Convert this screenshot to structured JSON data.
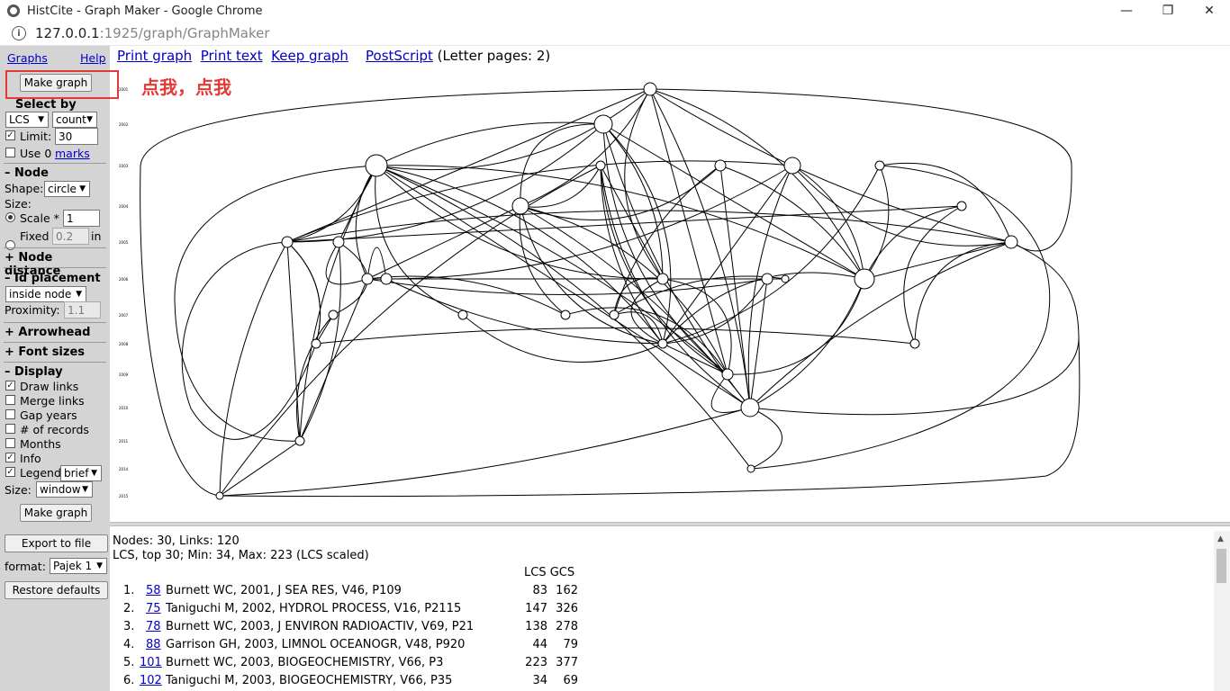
{
  "window": {
    "title": "HistCite - Graph Maker - Google Chrome",
    "minimize": "—",
    "restore": "❐",
    "close": "✕"
  },
  "address": {
    "host": "127.0.0.1",
    "path": ":1925/graph/GraphMaker"
  },
  "sidebar": {
    "graphs_link": "Graphs",
    "help_link": "Help",
    "make_graph_top": "Make graph",
    "select_by": "Select by",
    "select_metric": "LCS",
    "select_mode": "count",
    "limit_label": "Limit:",
    "limit_value": "30",
    "use_marks_label": "Use 0",
    "marks_link": "marks",
    "node_section": "– Node",
    "shape_label": "Shape:",
    "shape_value": "circle",
    "size_label": "Size:",
    "scale_label": "Scale *",
    "scale_value": "1",
    "fixed_label": "Fixed",
    "fixed_value": "0.2",
    "fixed_unit": "in",
    "node_distance": "+ Node distance",
    "id_placement": "– Id placement",
    "id_placement_value": "inside node",
    "proximity_label": "Proximity:",
    "proximity_value": "1.1",
    "arrowhead": "+ Arrowhead",
    "font_sizes": "+ Font sizes",
    "display": "– Display",
    "draw_links": "Draw links",
    "merge_links": "Merge links",
    "gap_years": "Gap years",
    "num_records": "# of records",
    "months": "Months",
    "info": "Info",
    "legend": "Legend",
    "legend_value": "brief",
    "size2_label": "Size:",
    "size2_value": "window",
    "make_graph_bottom": "Make graph",
    "export": "Export to file",
    "format_label": "format:",
    "format_value": "Pajek 1",
    "restore_defaults": "Restore defaults"
  },
  "toplinks": {
    "print_graph": "Print graph",
    "print_text": "Print text",
    "keep_graph": "Keep graph",
    "postscript": "PostScript",
    "letter_pages": "(Letter pages: 2)"
  },
  "annotation": "点我，点我",
  "info": {
    "summary1": "Nodes: 30, Links: 120",
    "summary2": "LCS, top 30; Min: 34, Max: 223 (LCS scaled)",
    "col_headers": "LCS GCS",
    "records": [
      {
        "num": "1.",
        "id": "58",
        "text": "Burnett WC, 2001, J SEA RES, V46, P109",
        "lcs": "83",
        "gcs": "162"
      },
      {
        "num": "2.",
        "id": "75",
        "text": "Taniguchi M, 2002, HYDROL PROCESS, V16, P2115",
        "lcs": "147",
        "gcs": "326"
      },
      {
        "num": "3.",
        "id": "78",
        "text": "Burnett WC, 2003, J ENVIRON RADIOACTIV, V69, P21",
        "lcs": "138",
        "gcs": "278"
      },
      {
        "num": "4.",
        "id": "88",
        "text": "Garrison GH, 2003, LIMNOL OCEANOGR, V48, P920",
        "lcs": "44",
        "gcs": "79"
      },
      {
        "num": "5.",
        "id": "101",
        "text": "Burnett WC, 2003, BIOGEOCHEMISTRY, V66, P3",
        "lcs": "223",
        "gcs": "377"
      },
      {
        "num": "6.",
        "id": "102",
        "text": "Taniguchi M, 2003, BIOGEOCHEMISTRY, V66, P35",
        "lcs": "34",
        "gcs": "69"
      }
    ]
  },
  "graph": {
    "year_labels": [
      "2001",
      "2002",
      "2003",
      "2004",
      "2005",
      "2006",
      "2007",
      "2008",
      "2009",
      "2010",
      "2011",
      "2014",
      "2015"
    ]
  }
}
